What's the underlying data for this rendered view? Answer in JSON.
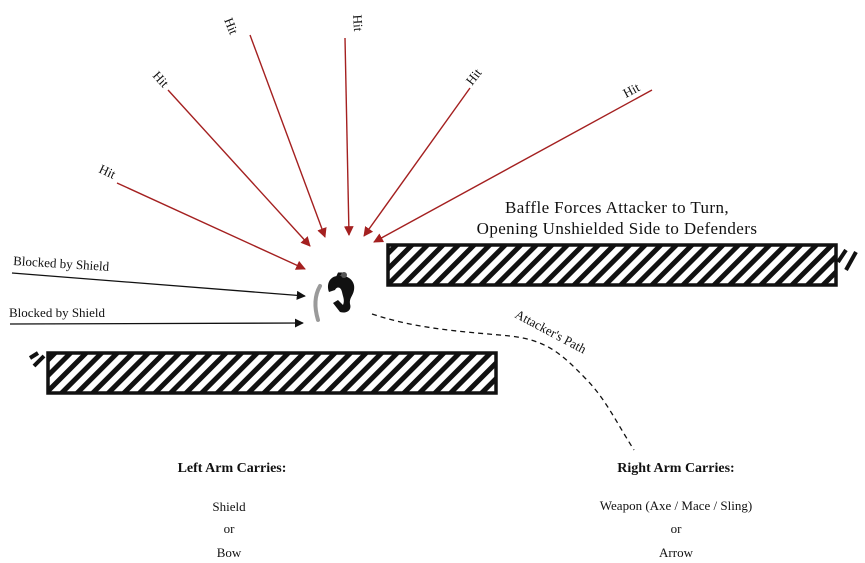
{
  "colors": {
    "hit_arrow": "#a42020",
    "ink": "#111111",
    "shield": "#9a9a9a"
  },
  "hit_labels": [
    "Hit",
    "Hit",
    "Hit",
    "Hit",
    "Hit",
    "Hit"
  ],
  "blocked_labels": [
    "Blocked by Shield",
    "Blocked by Shield"
  ],
  "baffle_caption": {
    "line1": "Baffle Forces Attacker to Turn,",
    "line2": "Opening Unshielded Side to Defenders"
  },
  "path_label": "Attacker's Path",
  "left_arm": {
    "heading": "Left Arm Carries:",
    "item1": "Shield",
    "or": "or",
    "item2": "Bow"
  },
  "right_arm": {
    "heading": "Right Arm Carries:",
    "item1": "Weapon (Axe / Mace / Sling)",
    "or": "or",
    "item2": "Arrow"
  },
  "icons": [
    "attacker-figure-icon",
    "shield-icon"
  ]
}
